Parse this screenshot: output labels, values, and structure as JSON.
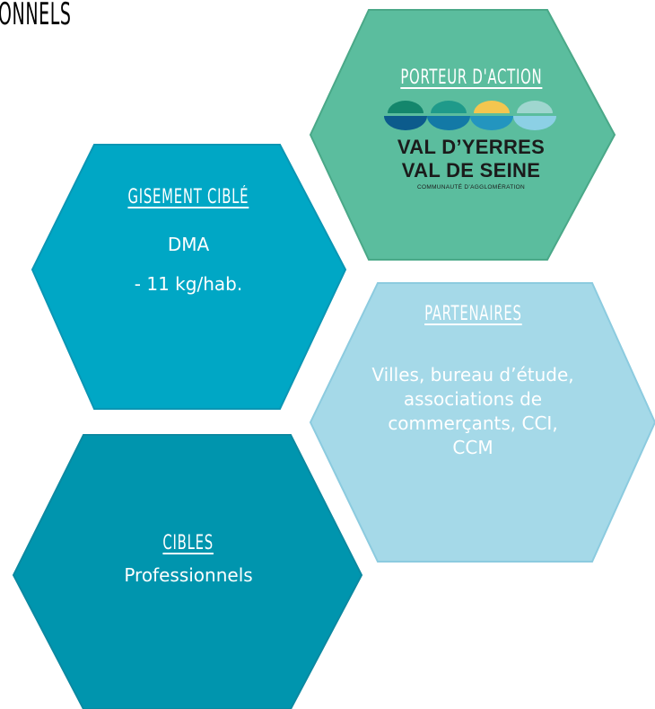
{
  "page": {
    "title_fragment": "ONNELS"
  },
  "colors": {
    "porteur_fill": "#5bbd9e",
    "porteur_stroke": "#4aa888",
    "gisement_fill": "#00a7c5",
    "gisement_stroke": "#0a96b4",
    "partenaires_fill": "#a5d9e8",
    "partenaires_stroke": "#8ccbdf",
    "cibles_fill": "#0095ae",
    "cibles_stroke": "#0b89a1",
    "logo_arc_1": "#14866c",
    "logo_arc_2": "#1f9a8a",
    "logo_arc_3": "#f4c64f",
    "logo_arc_4": "#9fd6cf",
    "logo_bowl_1": "#0c5b8c",
    "logo_bowl_2": "#1379a6",
    "logo_bowl_3": "#2395bf",
    "logo_bowl_4": "#8cd0e5"
  },
  "hexagons": {
    "porteur": {
      "heading": "PORTEUR D'ACTION",
      "logo": {
        "line1": "VAL D’YERRES",
        "line2": "VAL DE SEINE",
        "subtitle": "COMMUNAUTÉ D’AGGLOMÉRATION"
      }
    },
    "gisement": {
      "heading": "GISEMENT CIBLÉ",
      "lines": [
        "DMA",
        "- 11 kg/hab."
      ]
    },
    "partenaires": {
      "heading": "PARTENAIRES",
      "lines": [
        "Villes, bureau d’étude,",
        "associations de",
        "commerçants, CCI,",
        "CCM"
      ]
    },
    "cibles": {
      "heading": "CIBLES",
      "lines": [
        "Professionnels"
      ]
    }
  }
}
